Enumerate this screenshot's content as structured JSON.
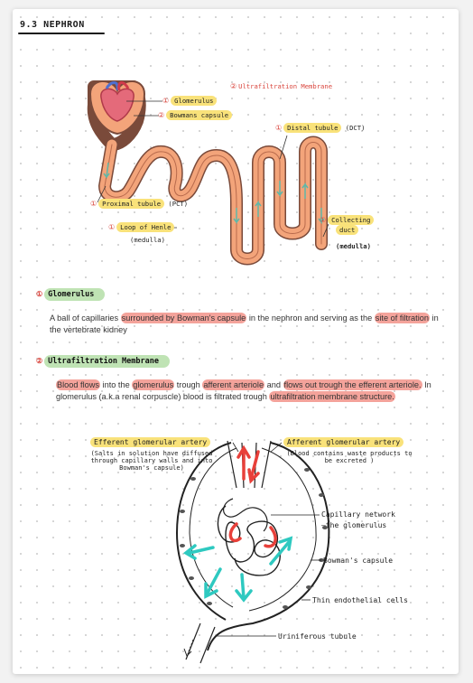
{
  "header": {
    "title": "9.3 NEPHRON"
  },
  "nephron": {
    "ultrafiltration_label": "Ultrafiltration Membrane",
    "glomerulus_label": "Glomerulus",
    "bowmans_label": "Bowmans capsule",
    "distal_label": "Distal tubule",
    "distal_abbr": "(DCT)",
    "proximal_label": "Proximal tubule",
    "proximal_abbr": "(PCT)",
    "loop_label": "Loop of Henle",
    "loop_sub": "(medulla)",
    "collecting_line1": "Collecting",
    "collecting_line2": "duct",
    "collecting_sub": "(medulla)"
  },
  "section1": {
    "heading": "Glomerulus",
    "p_part1": "A ball of capillaries ",
    "p_hl1": "surrounded by Bowman's capsule",
    "p_part2": " in the nephron and serving as the ",
    "p_hl2": "site of filtration",
    "p_part3": " in the vertebrate kidney"
  },
  "section2": {
    "heading": "Ultrafiltration Membrane",
    "p_hl1": "Blood flows",
    "p_part1": " into the ",
    "p_hl2": "glomerulus",
    "p_part2": " trough ",
    "p_hl3": "afferent arteriole",
    "p_part3": " and ",
    "p_hl4": "flows out trough the efferent arteriole.",
    "p_part4": " In glomerulus (a.k.a renal corpuscle) blood is filtrated trough ",
    "p_hl5": "ultrafiltration membrane structure."
  },
  "diagram2": {
    "efferent_label": "Efferent glomerular artery",
    "efferent_note": "(Salts in solution have diffused through capillary walls and into Bowman's capsule)",
    "afferent_label": "Afferent glomerular artery",
    "afferent_note": "(Blood contains waste products to be excreted )",
    "capillary_label": "Capillary network",
    "glomerulus_label": "—the glomerulus",
    "bowman_label": "Bowman's capsule",
    "endothelial_label": "Thin endothelial cells",
    "uriniferous_label": "Uriniferous tubule"
  },
  "colors": {
    "tubule_fill": "#f3a47a",
    "tubule_outline": "#7a4a3a",
    "highlight_yellow": "#f9e27a",
    "highlight_red": "#f4a39b",
    "highlight_green": "#bfe3b4",
    "arrow_red": "#e8403a",
    "arrow_cyan": "#2ec9c0",
    "flow_arrow": "#5fb7a8"
  }
}
